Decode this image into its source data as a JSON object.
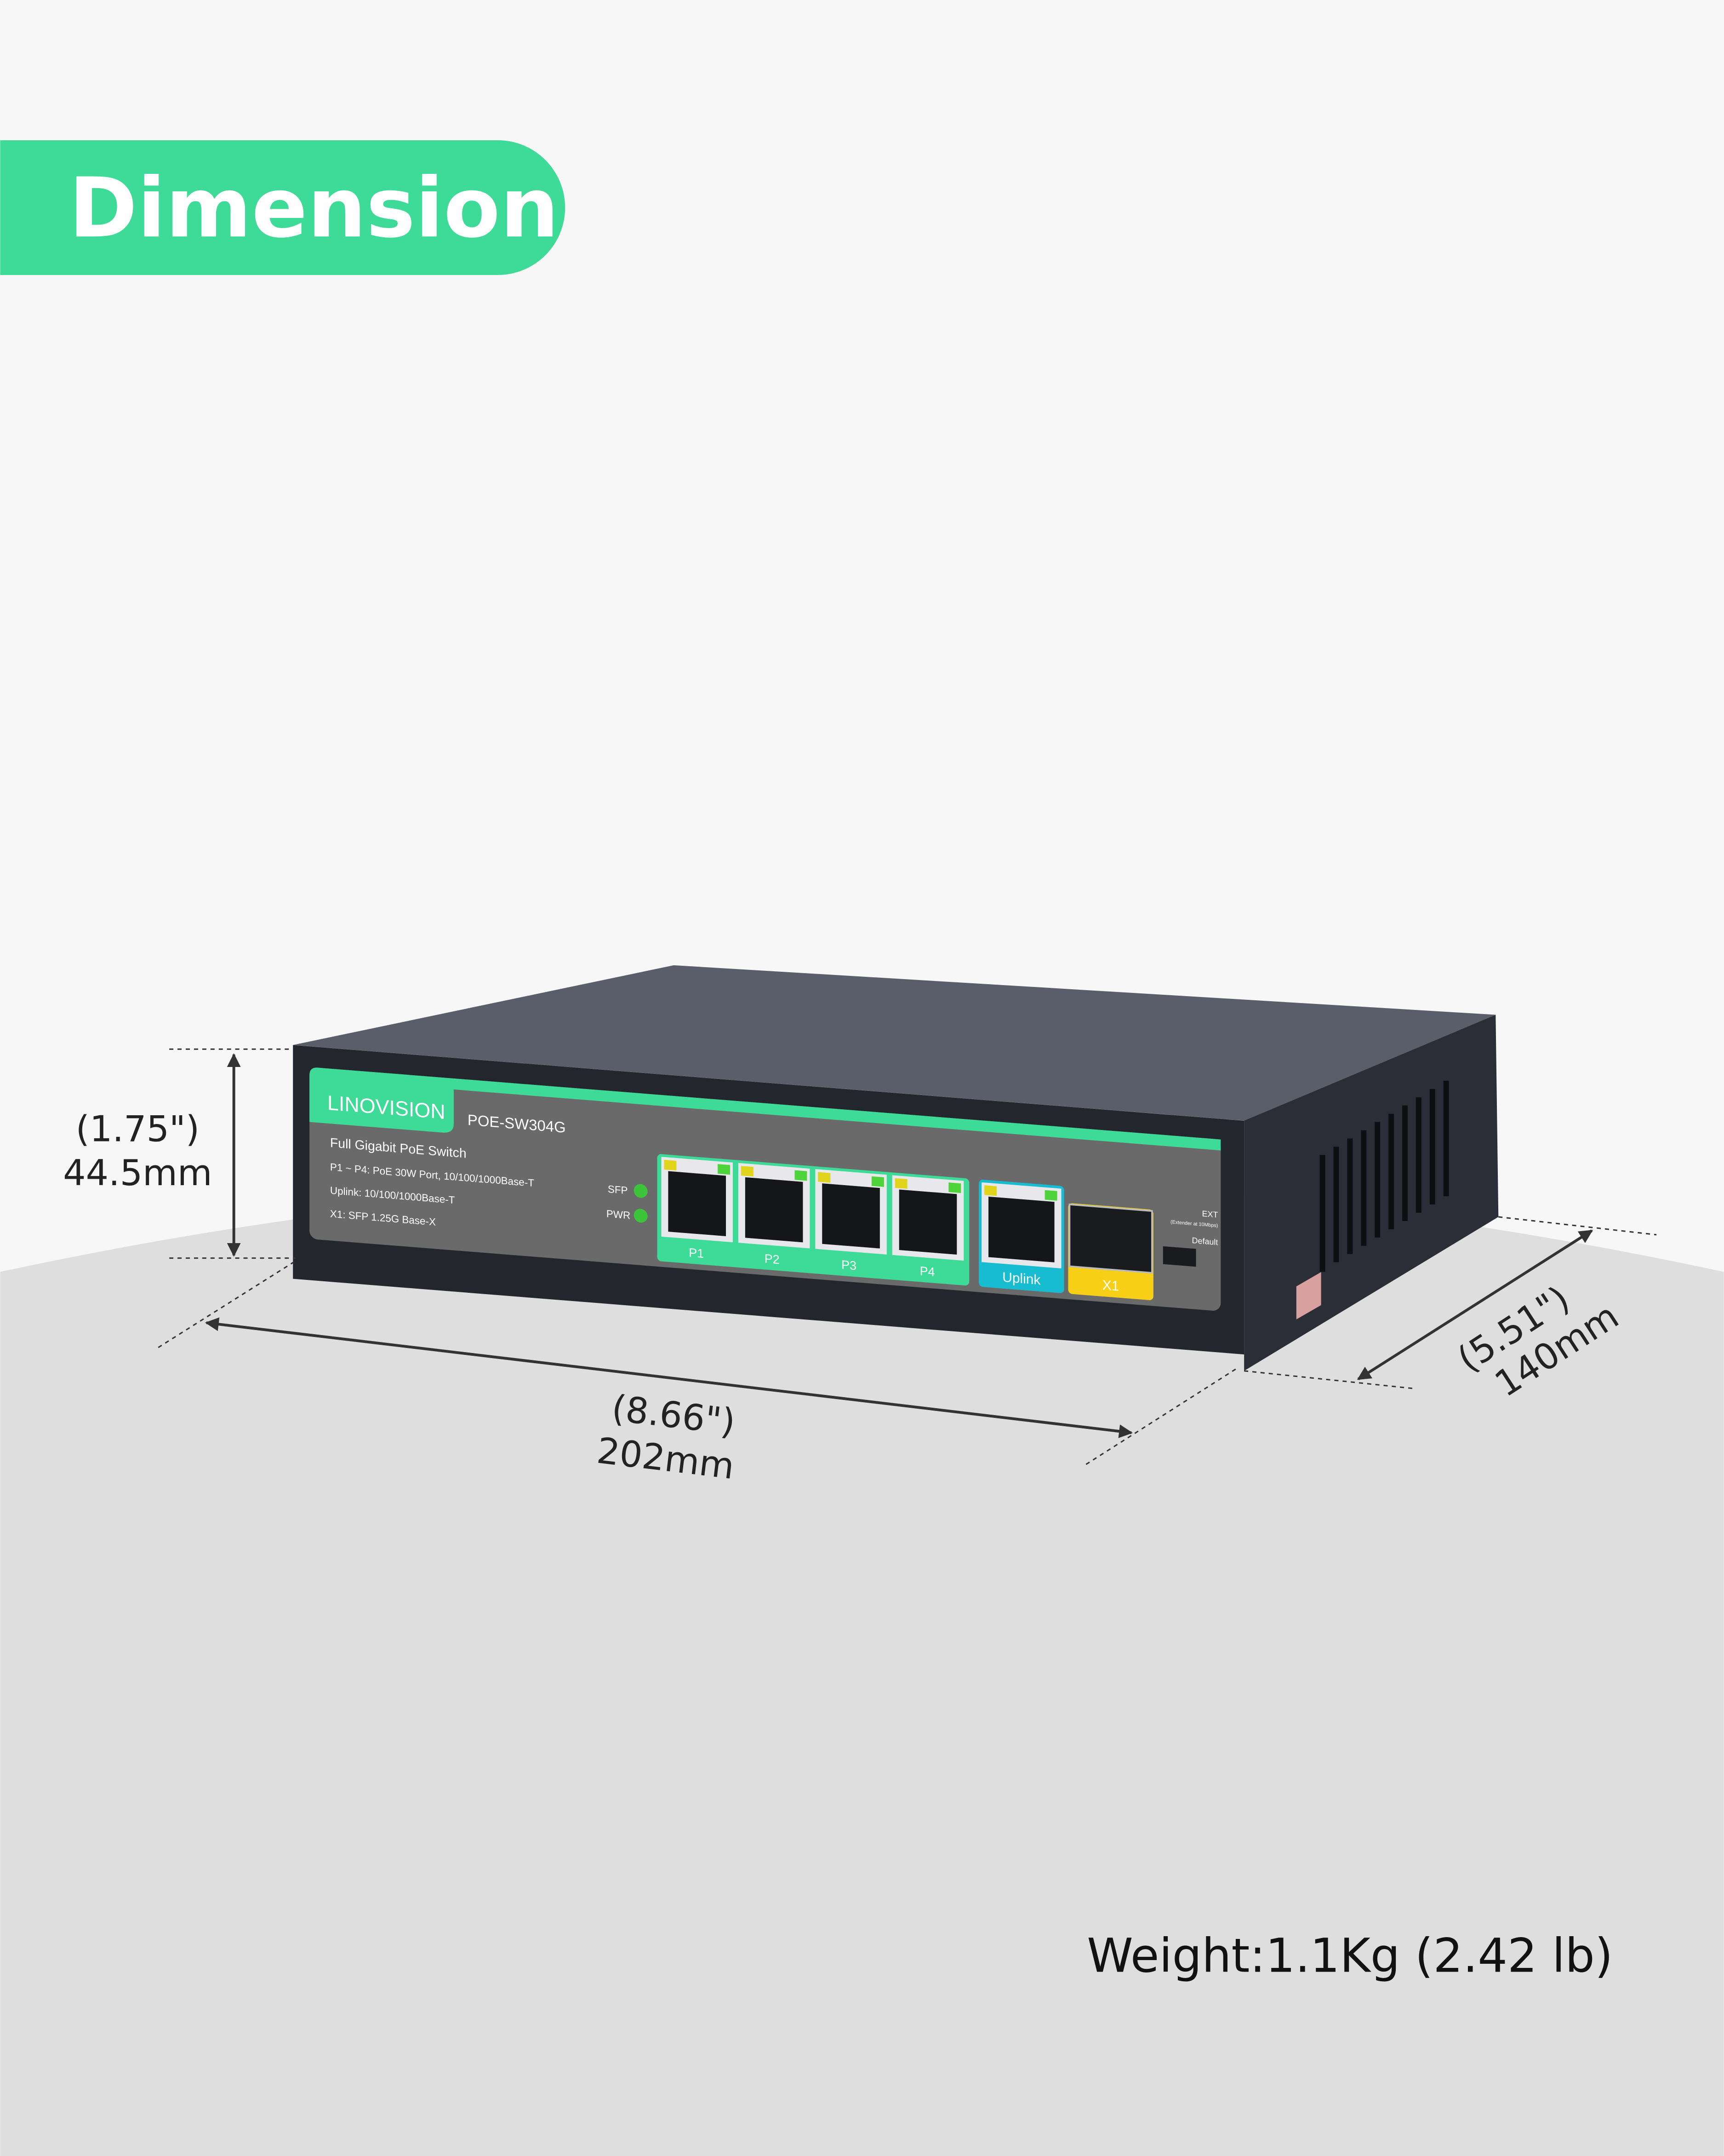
{
  "banner": {
    "title": "Dimension"
  },
  "colors": {
    "accent": "#3ddb97",
    "uplink": "#18bcd0",
    "sfp": "#f6cf16",
    "panel": "#6a6a6a",
    "body": "#4a4d58"
  },
  "device": {
    "brand": "LINOVISION",
    "model": "POE-SW304G",
    "description": "Full Gigabit PoE Switch",
    "spec_lines": [
      "P1 ~ P4: PoE 30W Port, 10/100/1000Base-T",
      "Uplink: 10/100/1000Base-T",
      "X1: SFP 1.25G Base-X"
    ],
    "leds": [
      "SFP",
      "PWR"
    ],
    "ports": [
      "P1",
      "P2",
      "P3",
      "P4"
    ],
    "uplink_label": "Uplink",
    "sfp_label": "X1",
    "switch_ext": "EXT",
    "switch_ext_note": "(Extender at 10Mbps)",
    "switch_default": "Default"
  },
  "dimensions": {
    "height_in": "(1.75\")",
    "height_mm": "44.5mm",
    "width_in": "(8.66\")",
    "width_mm": "202mm",
    "depth_in": "(5.51\")",
    "depth_mm": "140mm"
  },
  "weight": "Weight:1.1Kg (2.42 lb)"
}
